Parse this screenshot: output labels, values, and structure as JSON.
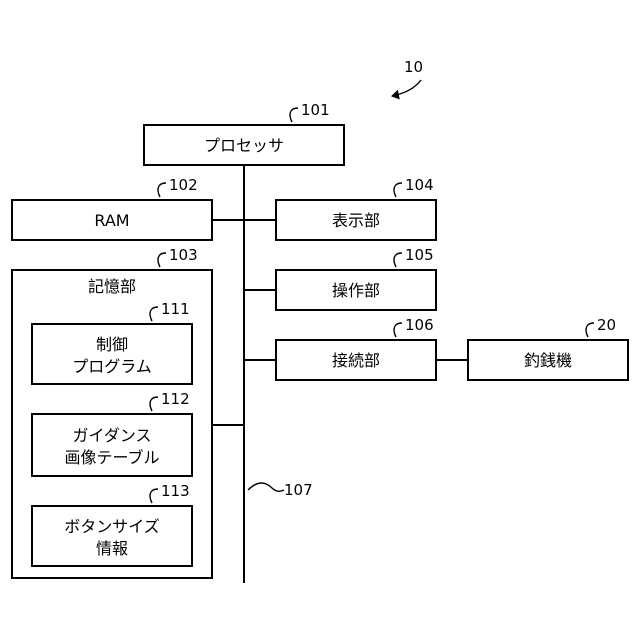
{
  "system_ref": "10",
  "blocks": {
    "processor": {
      "label": "プロセッサ",
      "ref": "101"
    },
    "ram": {
      "label": "RAM",
      "ref": "102"
    },
    "storage": {
      "label": "記憶部",
      "ref": "103"
    },
    "display": {
      "label": "表示部",
      "ref": "104"
    },
    "operation": {
      "label": "操作部",
      "ref": "105"
    },
    "connection": {
      "label": "接続部",
      "ref": "106"
    },
    "change_machine": {
      "label": "釣銭機",
      "ref": "20"
    },
    "control_program": {
      "label_line1": "制御",
      "label_line2": "プログラム",
      "ref": "111"
    },
    "guidance_table": {
      "label_line1": "ガイダンス",
      "label_line2": "画像テーブル",
      "ref": "112"
    },
    "button_size": {
      "label_line1": "ボタンサイズ",
      "label_line2": "情報",
      "ref": "113"
    }
  },
  "bus": {
    "ref": "107"
  }
}
